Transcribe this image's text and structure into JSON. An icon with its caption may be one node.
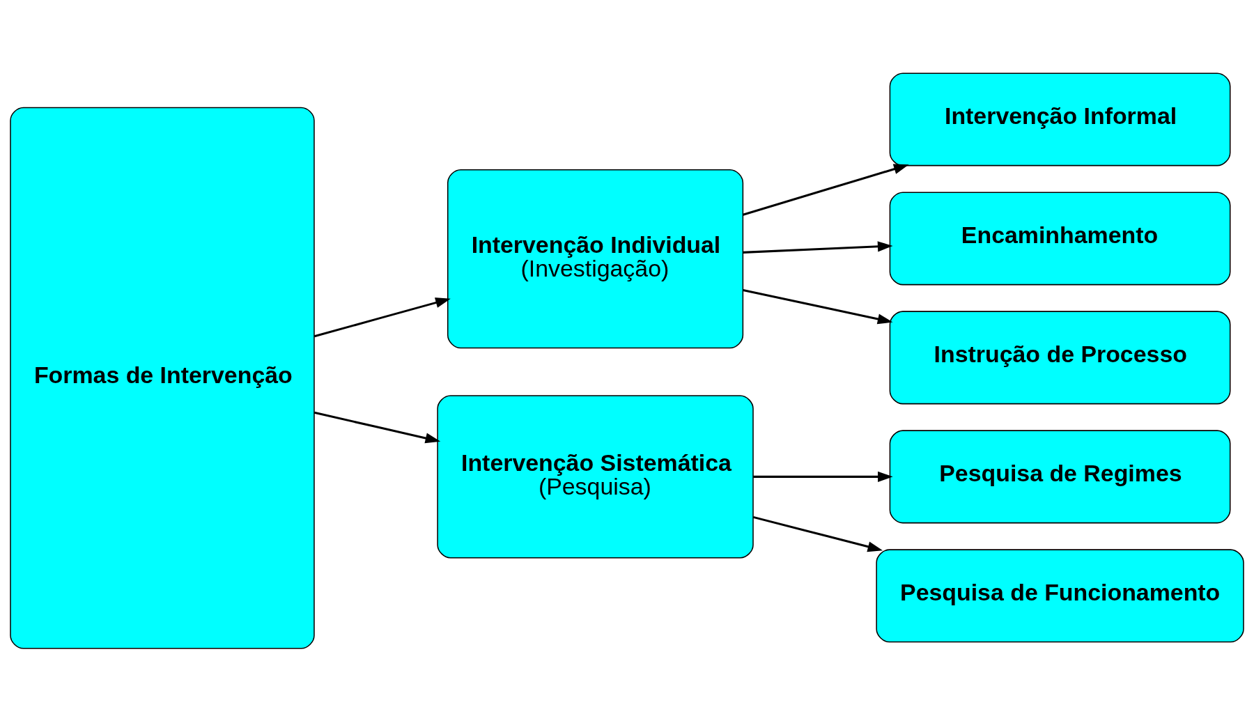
{
  "diagram": {
    "nodes": [
      {
        "text": [
          "Formas de Intervenção"
        ]
      },
      {
        "text": [
          "Intervenção Individual",
          "(Investigação)"
        ]
      },
      {
        "text": [
          "Intervenção Sistemática",
          "(Pesquisa)"
        ]
      },
      {
        "text": [
          "Intervenção Informal"
        ]
      },
      {
        "text": [
          "Encaminhamento"
        ]
      },
      {
        "text": [
          "Instrução de Processo"
        ]
      },
      {
        "text": [
          "Pesquisa de Regimes"
        ]
      },
      {
        "text": [
          "Pesquisa de Funcionamento"
        ]
      }
    ],
    "edges": [
      {
        "from": 0,
        "to": 1,
        "arrow": "to"
      },
      {
        "from": 0,
        "to": 2,
        "arrow": "to"
      },
      {
        "from": 1,
        "to": 3,
        "arrow": "to"
      },
      {
        "from": 1,
        "to": 4,
        "arrow": "to"
      },
      {
        "from": 1,
        "to": 5,
        "arrow": "to"
      },
      {
        "from": 2,
        "to": 6,
        "arrow": "to"
      },
      {
        "from": 2,
        "to": 7,
        "arrow": "to"
      }
    ]
  }
}
